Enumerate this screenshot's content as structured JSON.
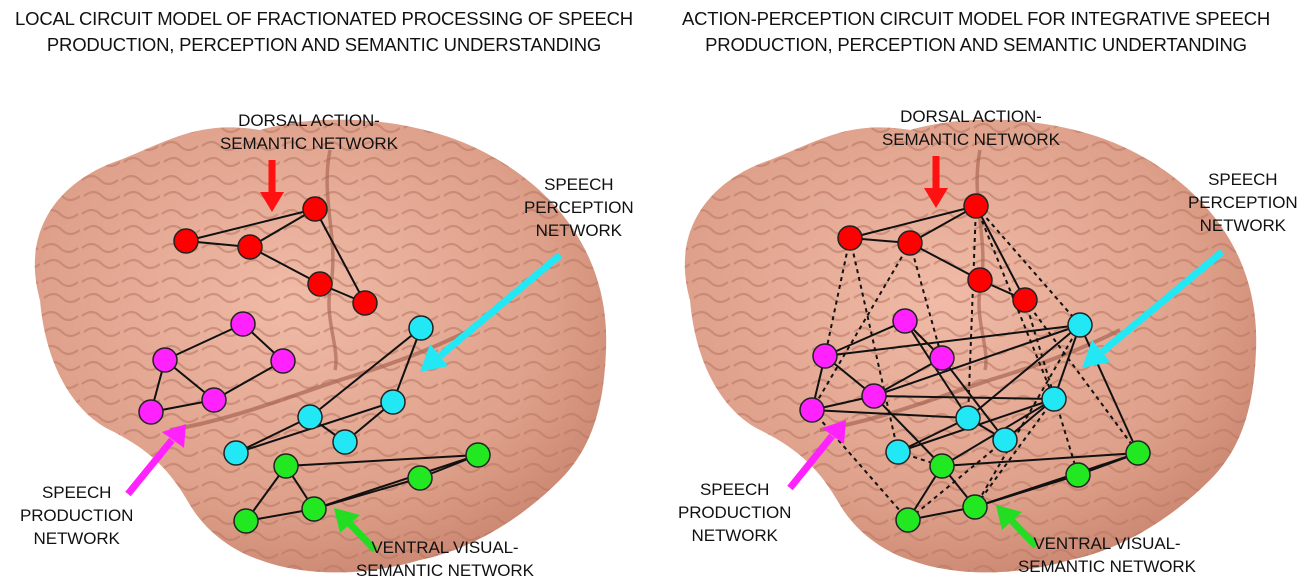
{
  "titles": {
    "left": [
      "LOCAL CIRCUIT MODEL OF FRACTIONATED PROCESSING OF SPEECH",
      "PRODUCTION, PERCEPTION AND SEMANTIC UNDERSTANDING"
    ],
    "right": [
      "ACTION-PERCEPTION CIRCUIT MODEL FOR INTEGRATIVE SPEECH",
      "PRODUCTION, PERCEPTION AND SEMANTIC UNDERTANDING"
    ]
  },
  "labels": {
    "dorsal": [
      "DORSAL ACTION-",
      "SEMANTIC NETWORK"
    ],
    "perception": [
      "SPEECH",
      "PERCEPTION",
      "NETWORK"
    ],
    "production": [
      "SPEECH",
      "PRODUCTION",
      "NETWORK"
    ],
    "ventral": [
      "VENTRAL VISUAL-",
      "SEMANTIC NETWORK"
    ]
  },
  "colors": {
    "dorsal": "#ff0000",
    "perception": "#22e8f5",
    "production": "#ff22ff",
    "ventral": "#22e822",
    "brain": "#e6a994"
  }
}
